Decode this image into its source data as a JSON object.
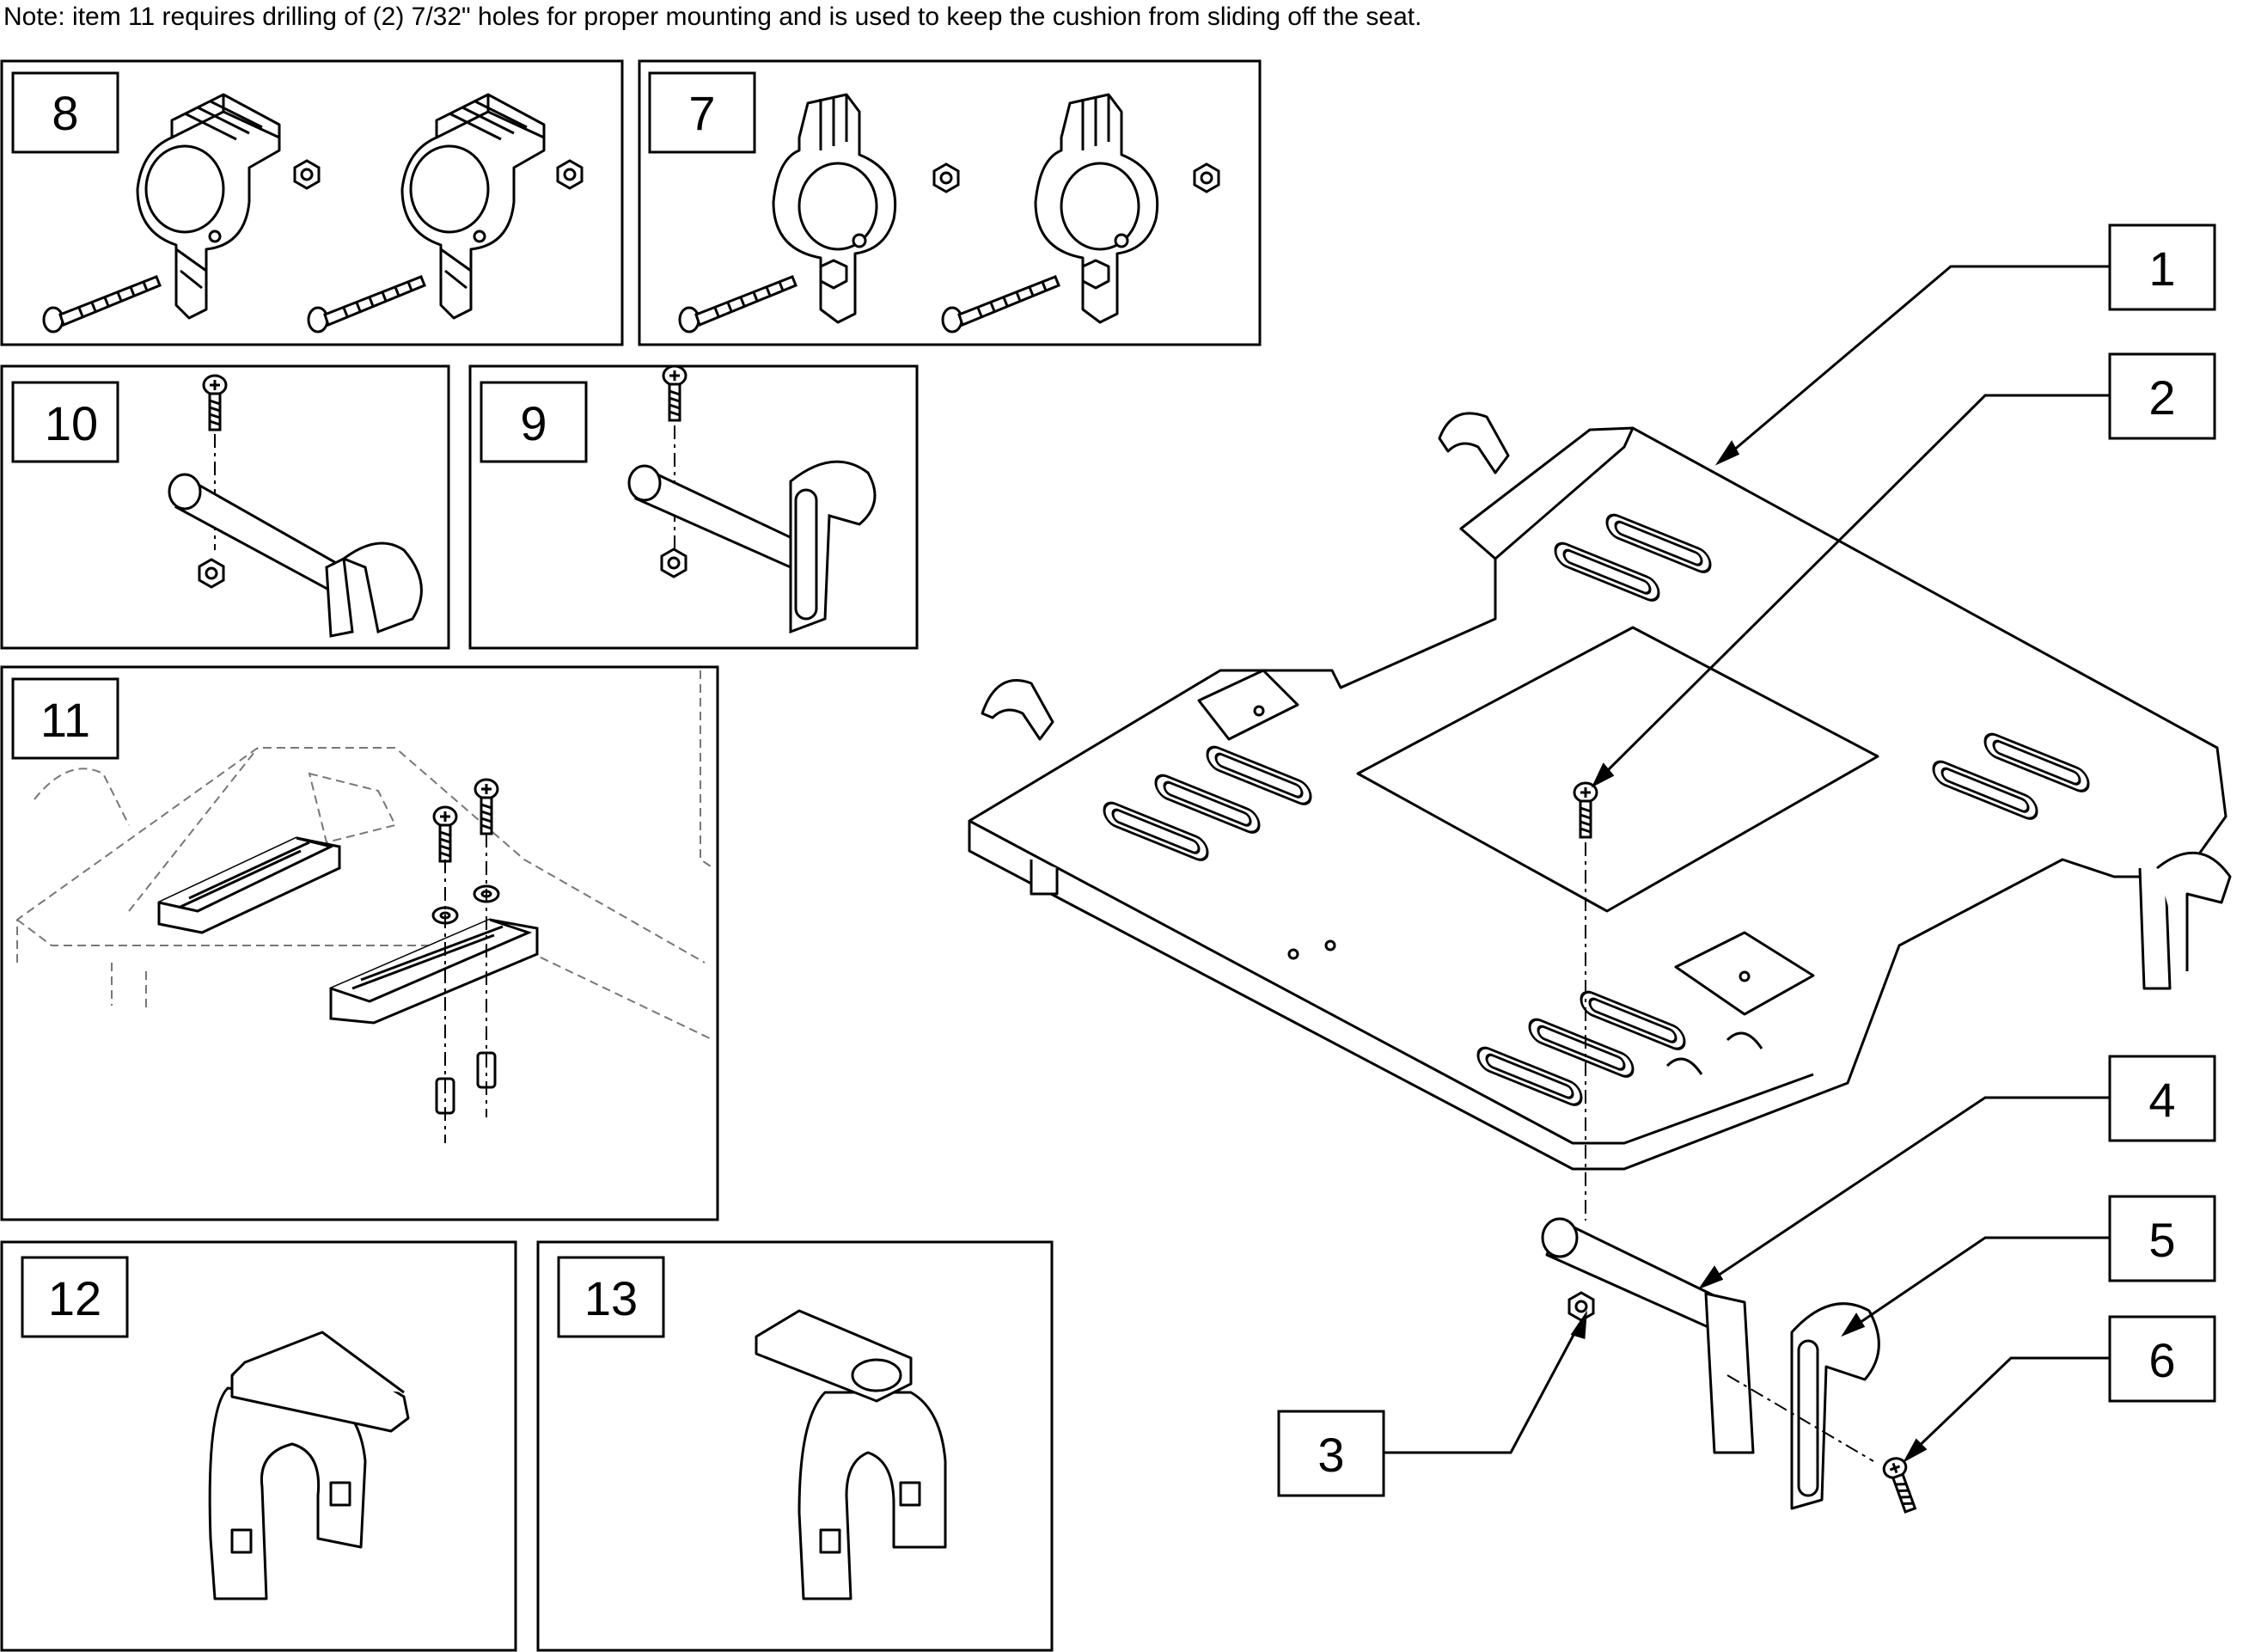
{
  "note": "Note: item 11 requires drilling of (2) 7/32\" holes for proper mounting and is used to keep the cushion from sliding off the seat.",
  "panels": [
    {
      "id": "8",
      "label": "8"
    },
    {
      "id": "7",
      "label": "7"
    },
    {
      "id": "10",
      "label": "10"
    },
    {
      "id": "9",
      "label": "9"
    },
    {
      "id": "11",
      "label": "11"
    },
    {
      "id": "12",
      "label": "12"
    },
    {
      "id": "13",
      "label": "13"
    }
  ],
  "callouts": [
    {
      "id": "1",
      "label": "1"
    },
    {
      "id": "2",
      "label": "2"
    },
    {
      "id": "3",
      "label": "3"
    },
    {
      "id": "4",
      "label": "4"
    },
    {
      "id": "5",
      "label": "5"
    },
    {
      "id": "6",
      "label": "6"
    }
  ]
}
